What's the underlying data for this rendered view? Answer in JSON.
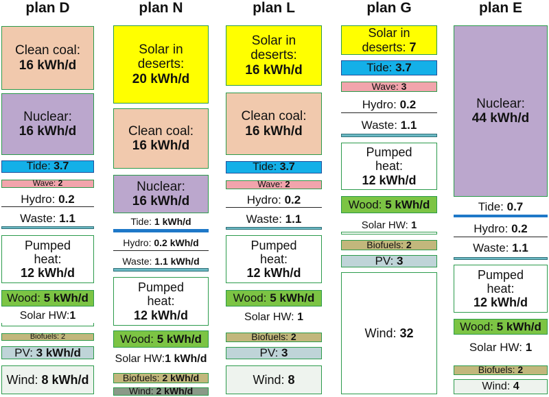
{
  "plans": [
    {
      "id": "D",
      "header": "plan D",
      "blocks": [
        {
          "lines": [
            {
              "t": "Clean coal:"
            },
            {
              "b": "16 kWh/d"
            }
          ]
        },
        {
          "lines": [
            {
              "t": "Nuclear:"
            },
            {
              "b": "16 kWh/d"
            }
          ]
        },
        {
          "lines": [
            {
              "t": "Tide: ",
              "b": "3.7"
            }
          ]
        },
        {
          "lines": [
            {
              "t": "Wave: ",
              "b": "2"
            }
          ]
        },
        {
          "lines": [
            {
              "t": "Hydro: ",
              "b": "0.2"
            }
          ]
        },
        {
          "lines": [
            {
              "t": "Waste: ",
              "b": "1.1"
            }
          ]
        },
        {
          "lines": [
            {
              "t": ""
            }
          ]
        },
        {
          "lines": [
            {
              "t": "Pumped"
            },
            {
              "t": "heat:"
            },
            {
              "b": "12 kWh/d"
            }
          ]
        },
        {
          "lines": [
            {
              "t": "Wood: ",
              "b": "5 kWh/d"
            }
          ]
        },
        {
          "lines": [
            {
              "t": ""
            }
          ]
        },
        {
          "lines": [
            {
              "t": "Solar HW:",
              "b": "1"
            }
          ]
        },
        {
          "lines": [
            {
              "t": ""
            }
          ]
        },
        {
          "lines": [
            {
              "t": "Biofuels: 2"
            }
          ]
        },
        {
          "lines": [
            {
              "t": "PV: ",
              "b": "3 kWh/d"
            }
          ]
        },
        {
          "lines": [
            {
              "t": "Wind: ",
              "b": "8 kWh/d"
            }
          ]
        }
      ]
    },
    {
      "id": "N",
      "header": "plan N",
      "blocks": [
        {
          "lines": [
            {
              "t": "Solar in"
            },
            {
              "t": "deserts:"
            },
            {
              "b": "20 kWh/d"
            }
          ]
        },
        {
          "lines": [
            {
              "t": "Clean coal:"
            },
            {
              "b": "16 kWh/d"
            }
          ]
        },
        {
          "lines": [
            {
              "t": "Nuclear:"
            },
            {
              "b": "16 kWh/d"
            }
          ]
        },
        {
          "lines": [
            {
              "t": "Tide: ",
              "b": "1 kWh/d"
            }
          ]
        },
        {
          "lines": [
            {
              "t": ""
            }
          ]
        },
        {
          "lines": [
            {
              "t": "Hydro: ",
              "b": "0.2 kWh/d"
            }
          ]
        },
        {
          "lines": [
            {
              "t": "Waste: ",
              "b": "1.1 kWh/d"
            }
          ]
        },
        {
          "lines": [
            {
              "t": ""
            }
          ]
        },
        {
          "lines": [
            {
              "t": "Pumped"
            },
            {
              "t": "heat:"
            },
            {
              "b": "12 kWh/d"
            }
          ]
        },
        {
          "lines": [
            {
              "t": "Wood: ",
              "b": "5 kWh/d"
            }
          ]
        },
        {
          "lines": [
            {
              "t": "Solar HW:",
              "b": "1 kWh/d"
            }
          ]
        },
        {
          "lines": [
            {
              "t": ""
            }
          ]
        },
        {
          "lines": [
            {
              "t": "Biofuels: ",
              "b": "2 kWh/d"
            }
          ]
        },
        {
          "lines": [
            {
              "t": "Wind: ",
              "b": "2 kWh/d"
            }
          ]
        }
      ]
    },
    {
      "id": "L",
      "header": "plan L",
      "blocks": [
        {
          "lines": [
            {
              "t": "Solar in"
            },
            {
              "t": "deserts:"
            },
            {
              "b": "16 kWh/d"
            }
          ]
        },
        {
          "lines": [
            {
              "t": "Clean coal:"
            },
            {
              "b": "16 kWh/d"
            }
          ]
        },
        {
          "lines": [
            {
              "t": "Tide: ",
              "b": "3.7"
            }
          ]
        },
        {
          "lines": [
            {
              "t": "Wave: ",
              "b": "2"
            }
          ]
        },
        {
          "lines": [
            {
              "t": "Hydro: ",
              "b": "0.2"
            }
          ]
        },
        {
          "lines": [
            {
              "t": "Waste: ",
              "b": "1.1"
            }
          ]
        },
        {
          "lines": [
            {
              "t": ""
            }
          ]
        },
        {
          "lines": [
            {
              "t": "Pumped"
            },
            {
              "t": "heat:"
            },
            {
              "b": "12 kWh/d"
            }
          ]
        },
        {
          "lines": [
            {
              "t": "Wood: ",
              "b": "5 kWh/d"
            }
          ]
        },
        {
          "lines": [
            {
              "t": "Solar HW: ",
              "b": "1"
            }
          ]
        },
        {
          "lines": [
            {
              "t": ""
            }
          ]
        },
        {
          "lines": [
            {
              "t": "Biofuels: ",
              "b": "2"
            }
          ]
        },
        {
          "lines": [
            {
              "t": "PV: ",
              "b": "3"
            }
          ]
        },
        {
          "lines": [
            {
              "t": "Wind: ",
              "b": "8"
            }
          ]
        }
      ]
    },
    {
      "id": "G",
      "header": "plan G",
      "blocks": [
        {
          "lines": [
            {
              "t": "Solar in"
            },
            {
              "t": "deserts: ",
              "b": "7"
            }
          ]
        },
        {
          "lines": [
            {
              "t": "Tide: ",
              "b": "3.7"
            }
          ]
        },
        {
          "lines": [
            {
              "t": "Wave: ",
              "b": "3"
            }
          ]
        },
        {
          "lines": [
            {
              "t": "Hydro: ",
              "b": "0.2"
            }
          ]
        },
        {
          "lines": [
            {
              "t": "Waste: ",
              "b": "1.1"
            }
          ]
        },
        {
          "lines": [
            {
              "t": ""
            }
          ]
        },
        {
          "lines": [
            {
              "t": "Pumped"
            },
            {
              "t": "heat:"
            },
            {
              "b": "12 kWh/d"
            }
          ]
        },
        {
          "lines": [
            {
              "t": "Wood: ",
              "b": "5 kWh/d"
            }
          ]
        },
        {
          "lines": [
            {
              "t": "Solar HW: ",
              "b": "1"
            }
          ]
        },
        {
          "lines": [
            {
              "t": ""
            }
          ]
        },
        {
          "lines": [
            {
              "t": "Biofuels: ",
              "b": "2"
            }
          ]
        },
        {
          "lines": [
            {
              "t": "PV: ",
              "b": "3"
            }
          ]
        },
        {
          "lines": [
            {
              "t": "Wind: ",
              "b": "32"
            }
          ]
        }
      ]
    },
    {
      "id": "E",
      "header": "plan E",
      "blocks": [
        {
          "lines": [
            {
              "t": "Nuclear:"
            },
            {
              "b": "44 kWh/d"
            }
          ]
        },
        {
          "lines": [
            {
              "t": "Tide: ",
              "b": "0.7"
            }
          ]
        },
        {
          "lines": [
            {
              "t": ""
            }
          ]
        },
        {
          "lines": [
            {
              "t": "Hydro: ",
              "b": "0.2"
            }
          ]
        },
        {
          "lines": [
            {
              "t": "Waste: ",
              "b": "1.1"
            }
          ]
        },
        {
          "lines": [
            {
              "t": ""
            }
          ]
        },
        {
          "lines": [
            {
              "t": "Pumped"
            },
            {
              "t": "heat:"
            },
            {
              "b": "12 kWh/d"
            }
          ]
        },
        {
          "lines": [
            {
              "t": "Wood: ",
              "b": "5 kWh/d"
            }
          ]
        },
        {
          "lines": [
            {
              "t": "Solar HW: ",
              "b": "1"
            }
          ]
        },
        {
          "lines": [
            {
              "t": ""
            }
          ]
        },
        {
          "lines": [
            {
              "t": "Biofuels: ",
              "b": "2"
            }
          ]
        },
        {
          "lines": [
            {
              "t": "Wind: ",
              "b": "4"
            }
          ]
        }
      ]
    }
  ]
}
